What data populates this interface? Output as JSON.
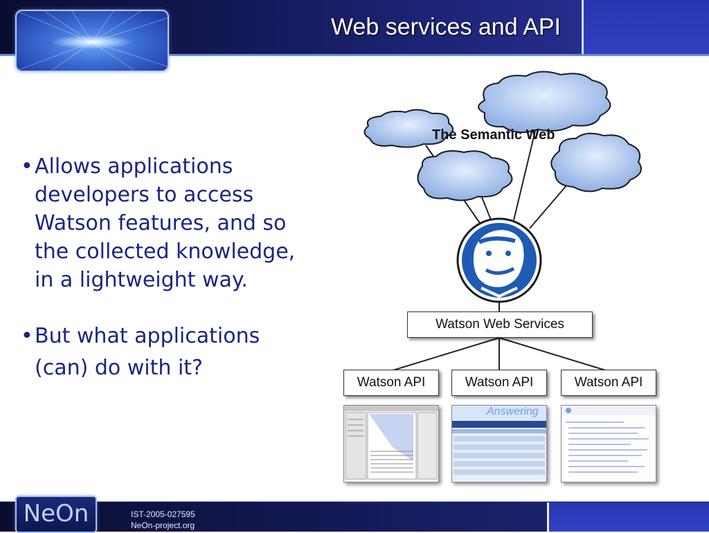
{
  "header": {
    "title": "Web services and API"
  },
  "bullets": [
    {
      "text": "Allows applications developers to access Watson features, and so the collected knowledge, in a lightweight way."
    },
    {
      "text": "But what applications (can) do with it?"
    }
  ],
  "diagram": {
    "cloud_label": "The Semantic Web",
    "web_services_label": "Watson Web Services",
    "api_labels": [
      "Watson API",
      "Watson API",
      "Watson API"
    ],
    "screenshot_2_caption": "Answering",
    "mascot_icon": "watson-face-icon"
  },
  "footer": {
    "logo_text": "NeOn",
    "project_id": "IST-2005-027595",
    "website": "NeOn-project.org"
  },
  "colors": {
    "bullet_text": "#1a2580",
    "header_bg": "#151b5e",
    "cloud_fill": "#a9c4ec"
  }
}
